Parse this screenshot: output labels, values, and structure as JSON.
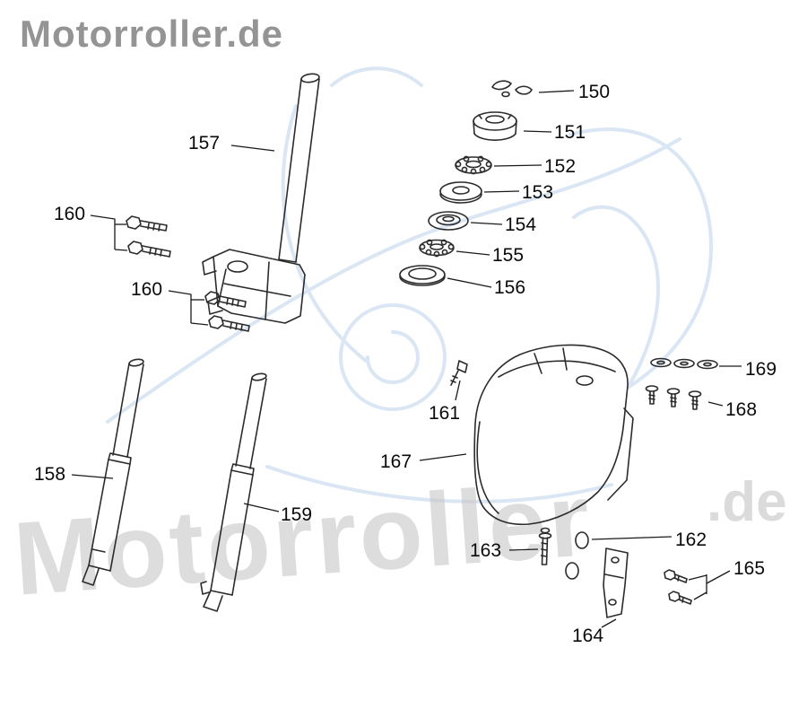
{
  "logo": {
    "text": "Motorroller.de"
  },
  "watermark": {
    "main": "Motorroller",
    "de": ".de"
  },
  "labels": {
    "l150": "150",
    "l151": "151",
    "l152": "152",
    "l153": "153",
    "l154": "154",
    "l155": "155",
    "l156": "156",
    "l157": "157",
    "l158": "158",
    "l159": "159",
    "l160a": "160",
    "l160b": "160",
    "l161": "161",
    "l162": "162",
    "l163": "163",
    "l164": "164",
    "l165": "165",
    "l167": "167",
    "l168": "168",
    "l169": "169"
  },
  "colors": {
    "line": "#2b2b2b",
    "leader": "#1a1a1a",
    "logo_gray": "#949494",
    "watermark_gray": "#c8c8c8",
    "sketch_blue": "#bcd2ea"
  }
}
